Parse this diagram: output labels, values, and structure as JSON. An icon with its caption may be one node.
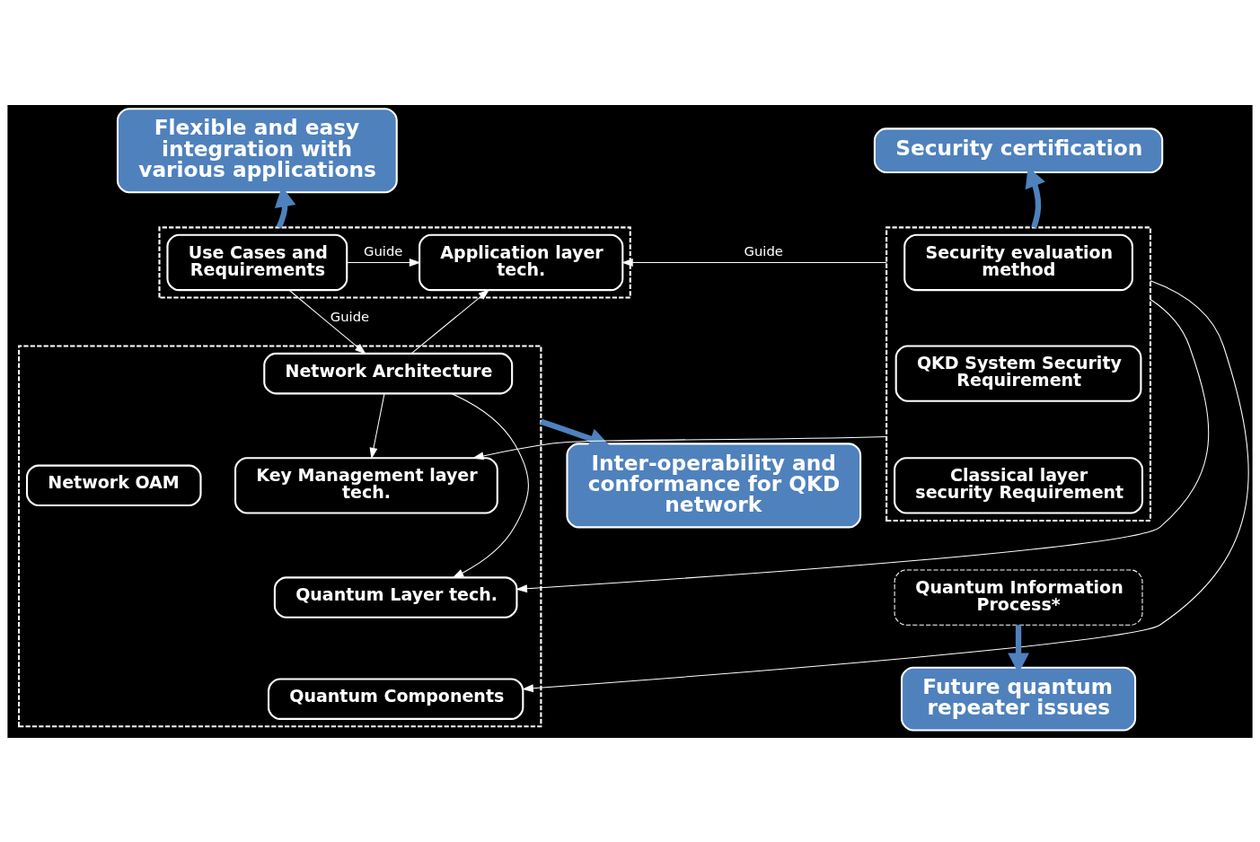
{
  "diagram": {
    "nodes": [
      {
        "text": [
          "Flexible and easy integration with various applications"
        ]
      },
      {
        "text": [
          "Security certification"
        ]
      },
      {
        "text": [],
        "shape": "box"
      },
      {
        "text": [
          "Use Cases and Requirements"
        ],
        "in": 2
      },
      {
        "text": [
          "Application layer tech."
        ],
        "in": 2
      },
      {
        "text": [],
        "shape": "box"
      },
      {
        "text": [
          "Network Architecture"
        ],
        "in": 5
      },
      {
        "text": [
          "Network OAM"
        ],
        "in": 5
      },
      {
        "text": [
          "Key Management layer tech."
        ],
        "in": 5
      },
      {
        "text": [
          "Quantum Layer tech."
        ],
        "in": 5
      },
      {
        "text": [
          "Quantum Components"
        ],
        "in": 5
      },
      {
        "text": [],
        "shape": "box"
      },
      {
        "text": [
          "Security evaluation method"
        ],
        "in": 11
      },
      {
        "text": [
          "QKD System Security Requirement"
        ],
        "in": 11
      },
      {
        "text": [
          "Classical layer security Requirement"
        ],
        "in": 11
      },
      {
        "text": [
          "Quantum Information Process*"
        ]
      },
      {
        "text": [
          "Inter-operability and conformance for QKD network"
        ]
      },
      {
        "text": [
          "Future quantum repeater issues"
        ]
      }
    ],
    "edges": [
      {
        "from": 2,
        "to": 0,
        "arrow": "to",
        "style": "thick",
        "color": "#4f81bd"
      },
      {
        "from": 11,
        "to": 1,
        "arrow": "to",
        "style": "thick",
        "color": "#4f81bd"
      },
      {
        "from": 3,
        "to": 4,
        "arrow": "to",
        "label": "Guide"
      },
      {
        "from": 3,
        "to": 6,
        "arrow": "to",
        "label": "Guide"
      },
      {
        "from": 6,
        "to": 4,
        "arrow": "to"
      },
      {
        "from": 6,
        "to": 8,
        "arrow": "to"
      },
      {
        "from": 6,
        "to": 9,
        "arrow": "to"
      },
      {
        "from": 11,
        "to": 4,
        "arrow": "to",
        "label": "Guide"
      },
      {
        "from": 11,
        "to": 8,
        "arrow": "to"
      },
      {
        "from": 11,
        "to": 9,
        "arrow": "to"
      },
      {
        "from": 11,
        "to": 10,
        "arrow": "to"
      },
      {
        "from": 5,
        "to": 16,
        "arrow": "to",
        "style": "thick",
        "color": "#4f81bd"
      },
      {
        "from": 15,
        "to": 17,
        "arrow": "to",
        "style": "thick",
        "color": "#4f81bd"
      }
    ]
  }
}
